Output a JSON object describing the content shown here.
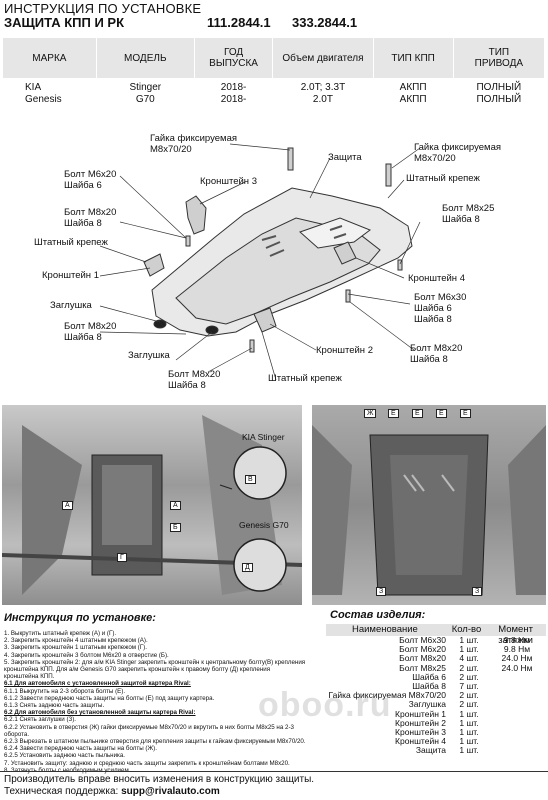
{
  "header": {
    "line1": "ИНСТРУКЦИЯ ПО УСТАНОВКЕ",
    "line2": "ЗАЩИТА КПП И РК",
    "article1": "111.2844.1",
    "article2": "333.2844.1"
  },
  "spec_table": {
    "headers": [
      "МАРКА",
      "МОДЕЛЬ",
      "ГОД\nВЫПУСКА",
      "Объем двигателя",
      "ТИП КПП",
      "ТИП\nПРИВОДА"
    ],
    "rows": [
      [
        "KIA\nGenesis",
        "Stinger\nG70",
        "2018-\n2018-",
        "2.0T; 3.3T\n2.0T",
        "АКПП\nАКПП",
        "ПОЛНЫЙ\nПОЛНЫЙ"
      ]
    ]
  },
  "diagram_labels": {
    "nut_fixed_1": "Гайка фиксируемая\nM8x70/20",
    "guard": "Защита",
    "nut_fixed_2": "Гайка фиксируемая\nM8x70/20",
    "bolt_m6x20": "Болт M6x20\nШайба 6",
    "bracket_3": "Кронштейн 3",
    "std_mount_1": "Штатный крепеж",
    "bolt_m8x20_1": "Болт M8x20\nШайба 8",
    "bolt_m8x25": "Болт M8x25\nШайба 8",
    "std_mount_2": "Штатный крепеж",
    "bracket_1": "Кронштейн 1",
    "bracket_4": "Кронштейн 4",
    "plug_1": "Заглушка",
    "bolt_m6x30": "Болт M6x30\nШайба 6\nШайба 8",
    "bolt_m8x20_2": "Болт M8x20\nШайба 8",
    "bracket_2": "Кронштейн 2",
    "bolt_m8x20_3": "Болт M8x20\nШайба 8",
    "plug_2": "Заглушка",
    "bolt_m8x20_4": "Болт M8x20\nШайба 8",
    "std_mount_3": "Штатный крепеж"
  },
  "photo_labels": {
    "kia": "KIA Stinger",
    "genesis": "Genesis G70",
    "markers": [
      "А",
      "А",
      "Г",
      "Б",
      "В",
      "Д",
      "Ж",
      "Е",
      "Е",
      "Е",
      "Е",
      "З",
      "З"
    ]
  },
  "instructions": {
    "title": "Инструкция по установке:",
    "lines": [
      "1. Выкрутить штатный крепеж (А) и (Г).",
      "2. Закрепить кронштейн 4 штатным крепежом (А).",
      "3. Закрепить кронштейн 1 штатным крепежом (Г).",
      "4. Закрепить кронштейн 3 болтом M6x20 в отверстие (Б).",
      "5. Закрепить кронштейн 2: для а/м KIA Stinger закрепить кронштейн к центральному болту(В) крепления",
      "кронштейна КПП. Для а/м Genesis G70 закрепить кронштейн к правому болту (Д) крепления",
      "кронштейна КПП.",
      "6.1 Для автомобиля с установленной защитой картера Rival:",
      "6.1.1 Выкрутить на 2-3 оборота болты (Е).",
      "6.1.2 Завести переднюю часть защиты на болты (Е) под защиту картера.",
      "6.1.3 Снять заднюю часть защиты.",
      "6.2 Для автомобиля без установленной защиты картера Rival:",
      "6.2.1 Снять заглушки (З).",
      "6.2.2 Установить в отверстия (Ж) гайки фиксируемые M8x70/20 и вкрутить в них болты M8x25 на 2-3",
      "оборота.",
      "6.2.3 Вырезать в штатном пыльнике отверстия для крепления защиты к гайкам фиксируемым M8x70/20.",
      "6.2.4 Завести переднюю часть защиты на болты (Ж).",
      "6.2.5 Установить заднюю часть пыльника.",
      "7. Установить защиту: заднюю и среднюю часть защиты закрепить к кронштейнам болтами M8x20.",
      "8. Затянуть болты с необходимым усилием."
    ]
  },
  "bom": {
    "title": "Состав изделия:",
    "headers": [
      "Наименование",
      "Кол-во",
      "Момент затяжки"
    ],
    "rows": [
      [
        "Болт M6x30",
        "1 шт.",
        "9.8 Нм"
      ],
      [
        "Болт M6x20",
        "1 шт.",
        "9.8 Нм"
      ],
      [
        "Болт M8x20",
        "4 шт.",
        "24.0 Нм"
      ],
      [
        "Болт M8x25",
        "2 шт.",
        "24.0 Нм"
      ],
      [
        "Шайба 6",
        "2 шт.",
        ""
      ],
      [
        "Шайба 8",
        "7 шт.",
        ""
      ],
      [
        "Гайка фиксируемая M8x70/20",
        "2 шт.",
        ""
      ],
      [
        "Заглушка",
        "2 шт.",
        ""
      ],
      [
        "Кронштейн 1",
        "1 шт.",
        ""
      ],
      [
        "Кронштейн 2",
        "1 шт.",
        ""
      ],
      [
        "Кронштейн 3",
        "1 шт.",
        ""
      ],
      [
        "Кронштейн 4",
        "1 шт.",
        ""
      ],
      [
        "Защита",
        "1 шт.",
        ""
      ]
    ]
  },
  "watermark": "oboo.ru",
  "footer": {
    "notice": "Производитель вправе вносить изменения в конструкцию защиты.",
    "support_label": "Техническая поддержка: ",
    "support_email": "supp@rivalauto.com"
  }
}
